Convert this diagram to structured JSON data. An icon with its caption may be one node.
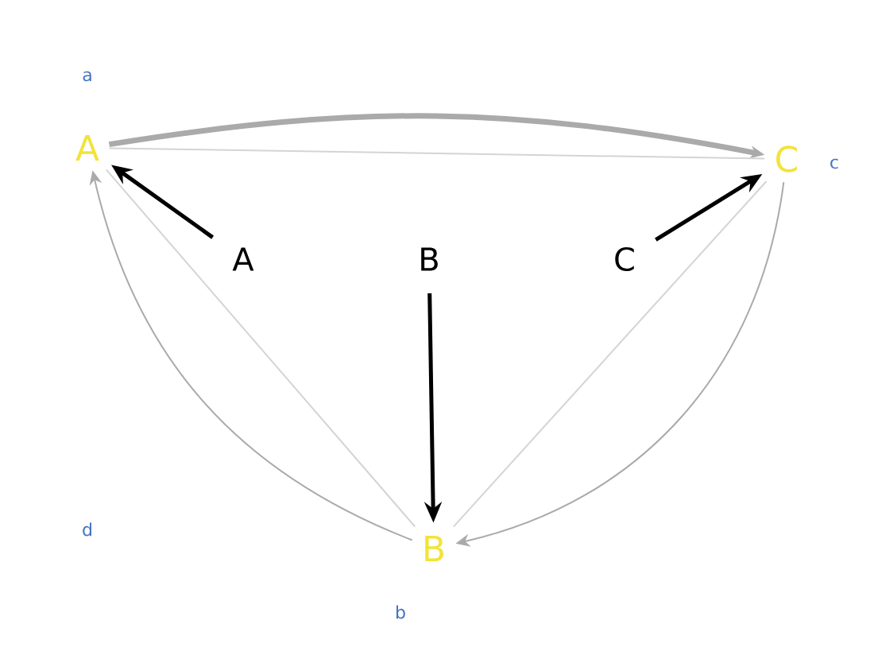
{
  "diagram": {
    "nodes": [
      {
        "text": [
          "A"
        ]
      },
      {
        "text": [
          "C"
        ]
      },
      {
        "text": [
          "B"
        ]
      },
      {
        "text": [
          "A"
        ]
      },
      {
        "text": [
          "B"
        ]
      },
      {
        "text": [
          "C"
        ]
      }
    ],
    "edges": [
      {
        "from": 0,
        "to": 1,
        "arrow": "to",
        "style": "thick"
      },
      {
        "from": 0,
        "to": 1,
        "arrow": "none",
        "color": "#d4d4d4"
      },
      {
        "from": 0,
        "to": 2,
        "arrow": "none",
        "color": "#d4d4d4"
      },
      {
        "from": 1,
        "to": 2,
        "arrow": "none",
        "color": "#d4d4d4"
      },
      {
        "from": 1,
        "to": 2,
        "arrow": "to"
      },
      {
        "from": 2,
        "to": 0,
        "arrow": "to"
      },
      {
        "from": 3,
        "to": 0,
        "arrow": "to",
        "style": "thick",
        "color": "#000000"
      },
      {
        "from": 5,
        "to": 1,
        "arrow": "to",
        "style": "thick",
        "color": "#000000"
      },
      {
        "from": 4,
        "to": 2,
        "arrow": "to",
        "style": "thick",
        "color": "#000000"
      }
    ],
    "labels": [
      "a",
      "c",
      "d",
      "b"
    ]
  }
}
